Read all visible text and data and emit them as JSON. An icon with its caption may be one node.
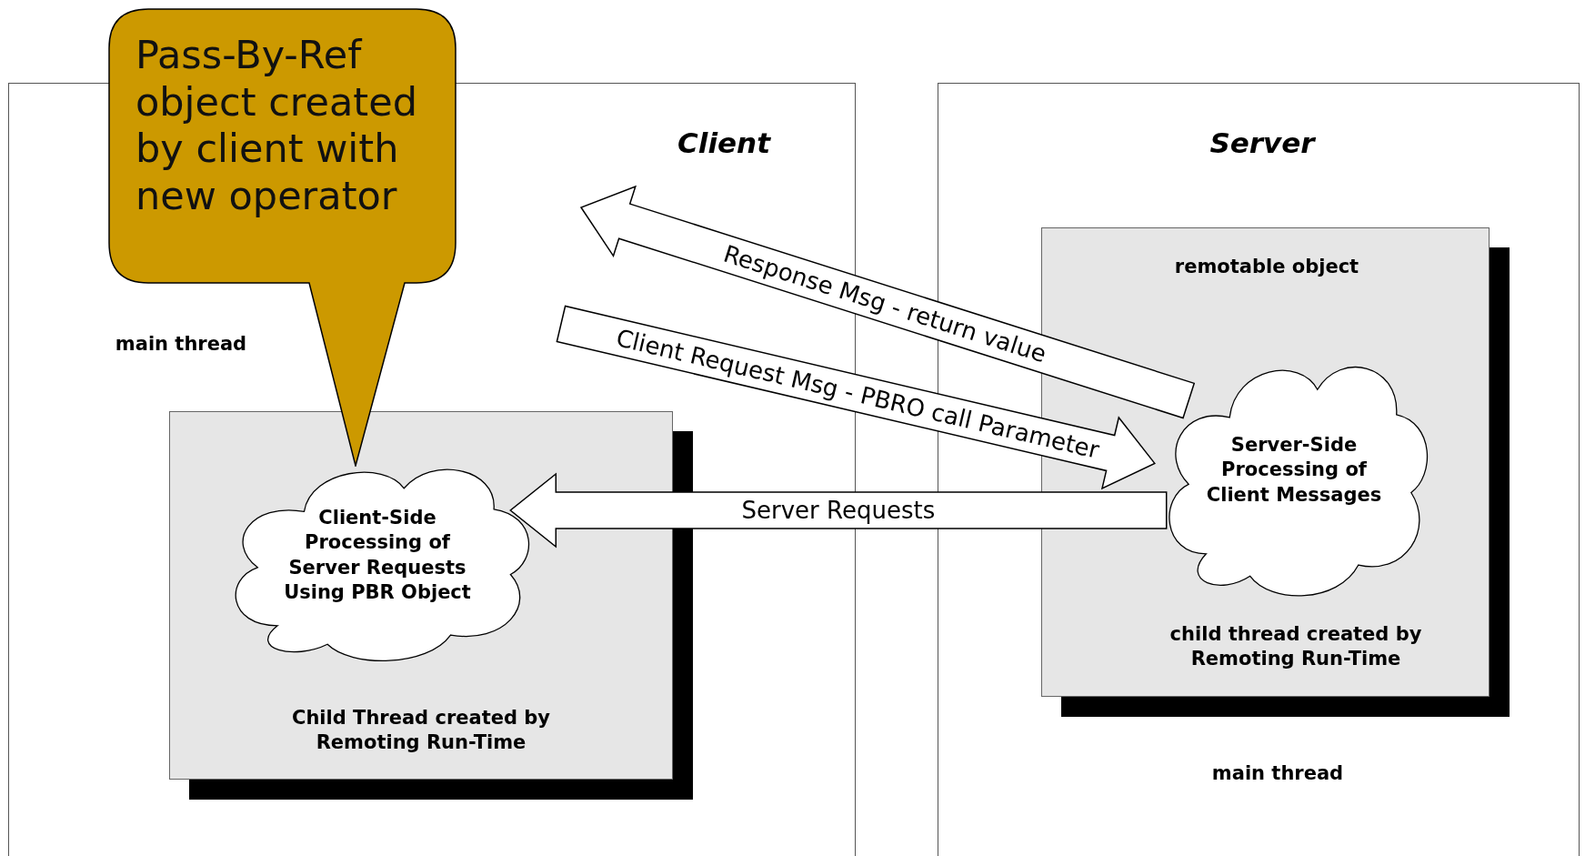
{
  "diagram": {
    "nodes": [
      {
        "text": [
          "Client",
          "main thread"
        ]
      },
      {
        "text": [
          "Child Thread created by Remoting Run-Time"
        ],
        "in": 0
      },
      {
        "text": [
          "Client-Side Processing of Server Requests Using PBR Object"
        ],
        "in": 1
      },
      {
        "text": [
          "Pass-By-Ref object created by client with new operator"
        ]
      },
      {
        "text": [
          "Server",
          "main thread"
        ]
      },
      {
        "text": [
          "remotable object",
          "child thread created by Remoting Run-Time"
        ],
        "in": 4
      },
      {
        "text": [
          "Server-Side Processing of Client Messages"
        ],
        "in": 5
      }
    ],
    "edges": [
      {
        "from": 6,
        "to": null,
        "arrow": "to",
        "label": "Response Msg - return value"
      },
      {
        "from": null,
        "to": 6,
        "arrow": "to",
        "label": "Client Request Msg - PBRO call Parameter"
      },
      {
        "from": 6,
        "to": 2,
        "arrow": "to",
        "label": "Server Requests"
      }
    ]
  }
}
